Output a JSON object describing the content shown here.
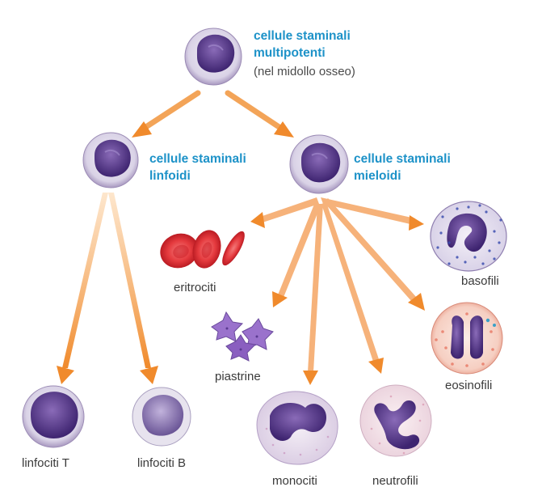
{
  "diagram": {
    "root": {
      "title_line1": "cellule staminali",
      "title_line2": "multipotenti",
      "subtitle": "(nel midollo osseo)"
    },
    "lymphoid": {
      "line1": "cellule staminali",
      "line2": "linfoidi"
    },
    "myeloid": {
      "line1": "cellule staminali",
      "line2": "mieloidi"
    },
    "cells": {
      "erythrocytes": "eritrociti",
      "basophils": "basofili",
      "platelets": "piastrine",
      "eosinophils": "eosinofili",
      "t_lymphocytes": "linfociti T",
      "b_lymphocytes": "linfociti B",
      "monocytes": "monociti",
      "neutrophils": "neutrofili"
    },
    "colors": {
      "accent_text": "#1d92c8",
      "arrow": "#f08a2c",
      "stem_cell": "#6b4a9a",
      "erythrocyte": "#d8202a",
      "platelet": "#8a5cc0"
    }
  }
}
